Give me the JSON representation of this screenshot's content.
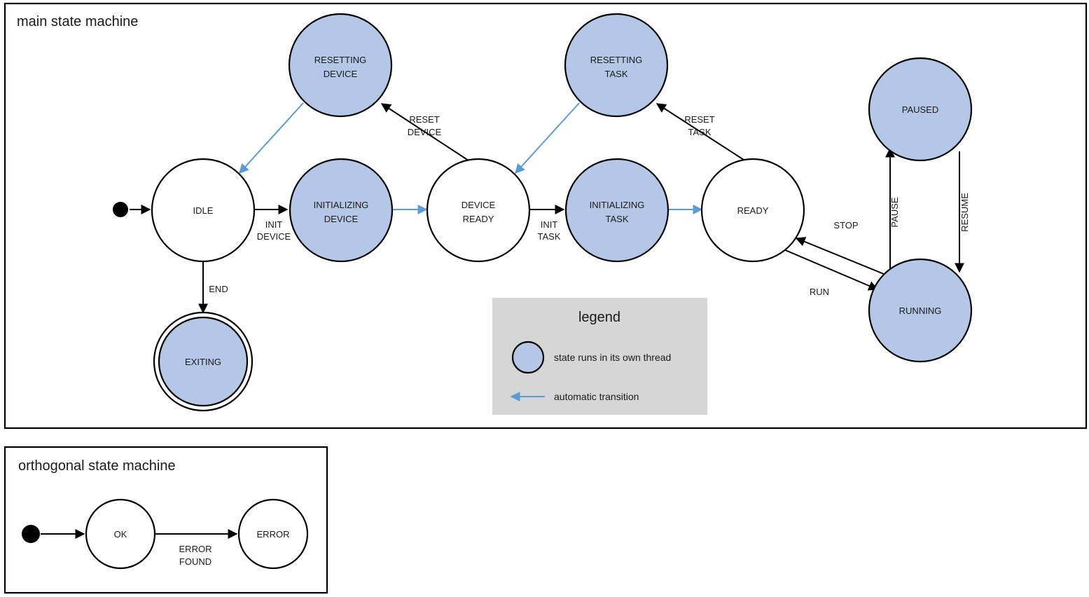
{
  "colors": {
    "thread_state_fill": "#b4c7e7",
    "plain_state_fill": "#ffffff",
    "stroke": "#000000",
    "auto_transition": "#5b9bd5",
    "legend_background": "#d6d6d6",
    "page_background": "#ffffff"
  },
  "main": {
    "title": "main state machine",
    "states": {
      "idle": "IDLE",
      "resetting_device": "RESETTING\nDEVICE",
      "resetting_device_l1": "RESETTING",
      "resetting_device_l2": "DEVICE",
      "initializing_device_l1": "INITIALIZING",
      "initializing_device_l2": "DEVICE",
      "device_ready_l1": "DEVICE",
      "device_ready_l2": "READY",
      "resetting_task_l1": "RESETTING",
      "resetting_task_l2": "TASK",
      "initializing_task_l1": "INITIALIZING",
      "initializing_task_l2": "TASK",
      "ready": "READY",
      "paused": "PAUSED",
      "running": "RUNNING",
      "exiting": "EXITING"
    },
    "transitions": {
      "init_device_l1": "INIT",
      "init_device_l2": "DEVICE",
      "reset_device_l1": "RESET",
      "reset_device_l2": "DEVICE",
      "init_task_l1": "INIT",
      "init_task_l2": "TASK",
      "reset_task_l1": "RESET",
      "reset_task_l2": "TASK",
      "end": "END",
      "stop": "STOP",
      "run": "RUN",
      "pause": "PAUSE",
      "resume": "RESUME"
    }
  },
  "legend": {
    "title": "legend",
    "thread_text": "state runs in its own thread",
    "auto_text": "automatic transition"
  },
  "orthogonal": {
    "title": "orthogonal state machine",
    "states": {
      "ok": "OK",
      "error": "ERROR"
    },
    "transitions": {
      "error_found_l1": "ERROR",
      "error_found_l2": "FOUND"
    }
  }
}
